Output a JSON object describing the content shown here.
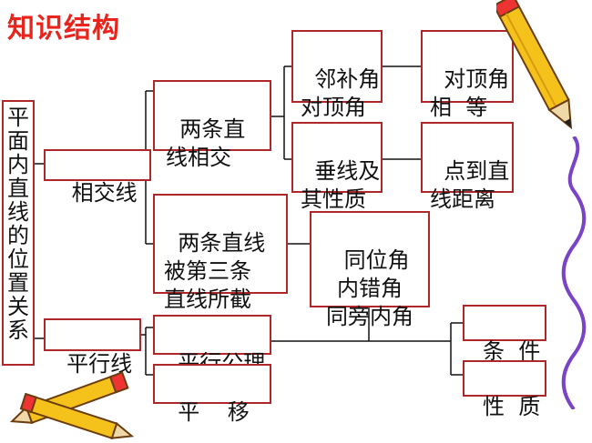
{
  "title": "知识结构",
  "colors": {
    "title": "#e8241c",
    "box_border": "#b0272a",
    "wave": "#7a44c8"
  },
  "nodes": {
    "root": "平面内直线的位置关系",
    "intersect": "相交线",
    "parallel": "平行线",
    "two_lines_intersect": "两条直\n线相交",
    "cut_by_third": "两条直线\n被第三条\n直线所截",
    "adjacent_vertical": "邻补角\n对顶角",
    "vertical_equal": "对顶角\n相  等",
    "perpendicular": "垂线及\n其性质",
    "point_distance": "点到直\n线距离",
    "angles": "同位角\n内错角\n同旁内角",
    "parallel_axiom": "平行公理",
    "translation": "平    移",
    "condition": "条  件",
    "property": "性  质"
  },
  "decorations": [
    "pencil-top-right",
    "pencils-bottom-left",
    "wavy-line"
  ]
}
